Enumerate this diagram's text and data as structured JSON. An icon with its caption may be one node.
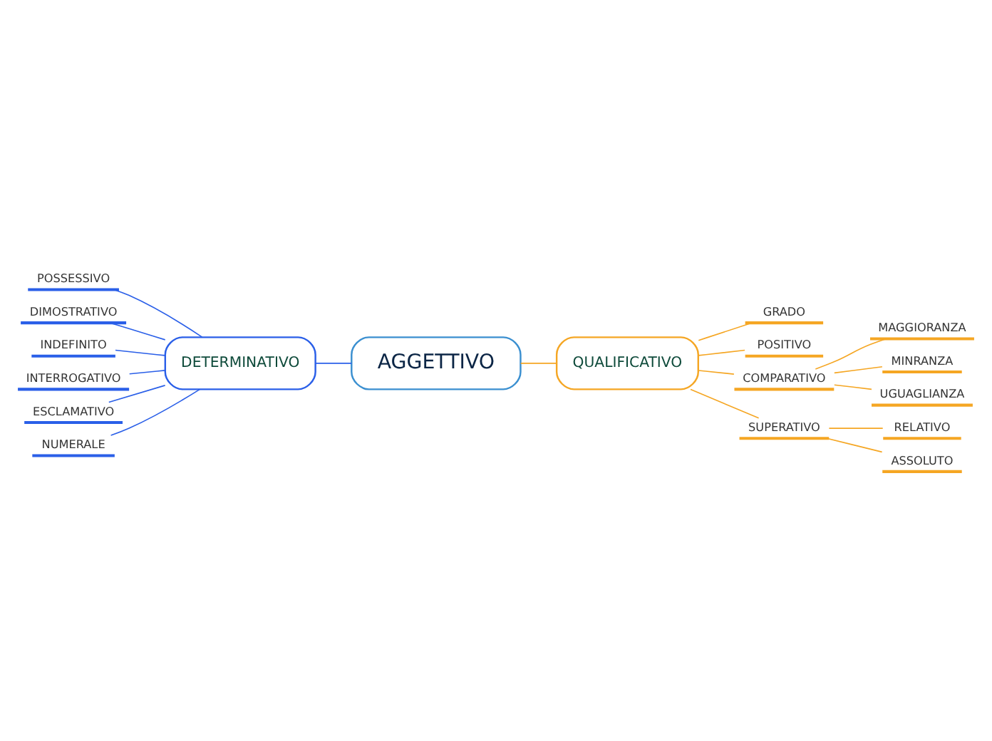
{
  "diagram": {
    "nodes": [
      {
        "text": [
          "AGGETTIVO"
        ]
      },
      {
        "text": [
          "DETERMINATIVO"
        ]
      },
      {
        "text": [
          "POSSESSIVO"
        ]
      },
      {
        "text": [
          "DIMOSTRATIVO"
        ]
      },
      {
        "text": [
          "INDEFINITO"
        ]
      },
      {
        "text": [
          "INTERROGATIVO"
        ]
      },
      {
        "text": [
          "ESCLAMATIVO"
        ]
      },
      {
        "text": [
          "NUMERALE"
        ]
      },
      {
        "text": [
          "QUALIFICATIVO"
        ]
      },
      {
        "text": [
          "GRADO"
        ]
      },
      {
        "text": [
          "POSITIVO"
        ]
      },
      {
        "text": [
          "COMPARATIVO"
        ]
      },
      {
        "text": [
          "MAGGIORANZA"
        ]
      },
      {
        "text": [
          "MINRANZA"
        ]
      },
      {
        "text": [
          "UGUAGLIANZA"
        ]
      },
      {
        "text": [
          "SUPERATIVO"
        ]
      },
      {
        "text": [
          "RELATIVO"
        ]
      },
      {
        "text": [
          "ASSOLUTO"
        ]
      }
    ],
    "edges": [
      {
        "from": 0,
        "to": 1,
        "arrow": "none",
        "color": "#2a5fe8"
      },
      {
        "from": 1,
        "to": 2,
        "arrow": "none",
        "color": "#2a5fe8"
      },
      {
        "from": 1,
        "to": 3,
        "arrow": "none",
        "color": "#2a5fe8"
      },
      {
        "from": 1,
        "to": 4,
        "arrow": "none",
        "color": "#2a5fe8"
      },
      {
        "from": 1,
        "to": 5,
        "arrow": "none",
        "color": "#2a5fe8"
      },
      {
        "from": 1,
        "to": 6,
        "arrow": "none",
        "color": "#2a5fe8"
      },
      {
        "from": 1,
        "to": 7,
        "arrow": "none",
        "color": "#2a5fe8"
      },
      {
        "from": 0,
        "to": 8,
        "arrow": "none"
      },
      {
        "from": 8,
        "to": 9,
        "arrow": "none"
      },
      {
        "from": 8,
        "to": 10,
        "arrow": "none"
      },
      {
        "from": 8,
        "to": 11,
        "arrow": "none"
      },
      {
        "from": 11,
        "to": 12,
        "arrow": "none"
      },
      {
        "from": 11,
        "to": 13,
        "arrow": "none"
      },
      {
        "from": 11,
        "to": 14,
        "arrow": "none"
      },
      {
        "from": 8,
        "to": 15,
        "arrow": "none"
      },
      {
        "from": 15,
        "to": 16,
        "arrow": "none"
      },
      {
        "from": 15,
        "to": 17,
        "arrow": "none"
      }
    ]
  }
}
